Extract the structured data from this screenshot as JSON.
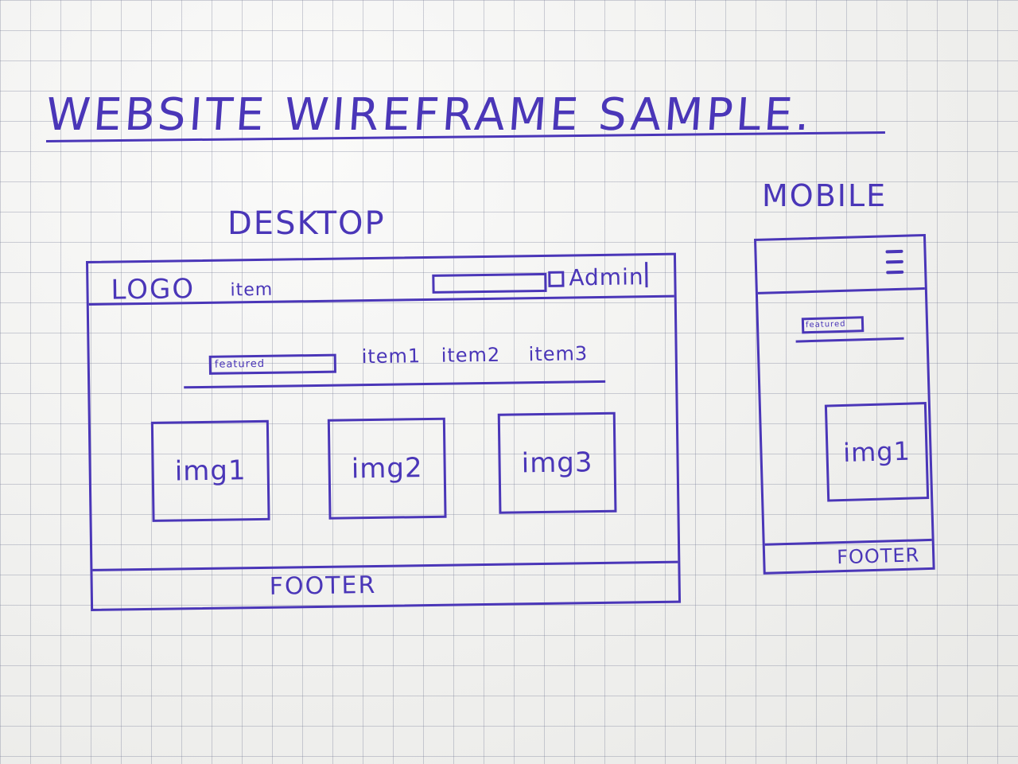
{
  "title": "WEBSITE WIREFRAME SAMPLE.",
  "colors": {
    "ink": "#4a36b8",
    "paper": "#f3f3f1",
    "grid": "#787d96"
  },
  "desktop": {
    "label": "DESKTOP",
    "header": {
      "logo": "LOGO",
      "item": "item",
      "admin": "Admin"
    },
    "nav": {
      "active_label": "featured",
      "items": [
        "item1",
        "item2",
        "item3"
      ]
    },
    "images": [
      "img1",
      "img2",
      "img3"
    ],
    "footer": "FOOTER"
  },
  "mobile": {
    "label": "MOBILE",
    "menu_icon": "hamburger-icon",
    "nav_active_label": "featured",
    "image": "img1",
    "footer": "FOOTER"
  }
}
